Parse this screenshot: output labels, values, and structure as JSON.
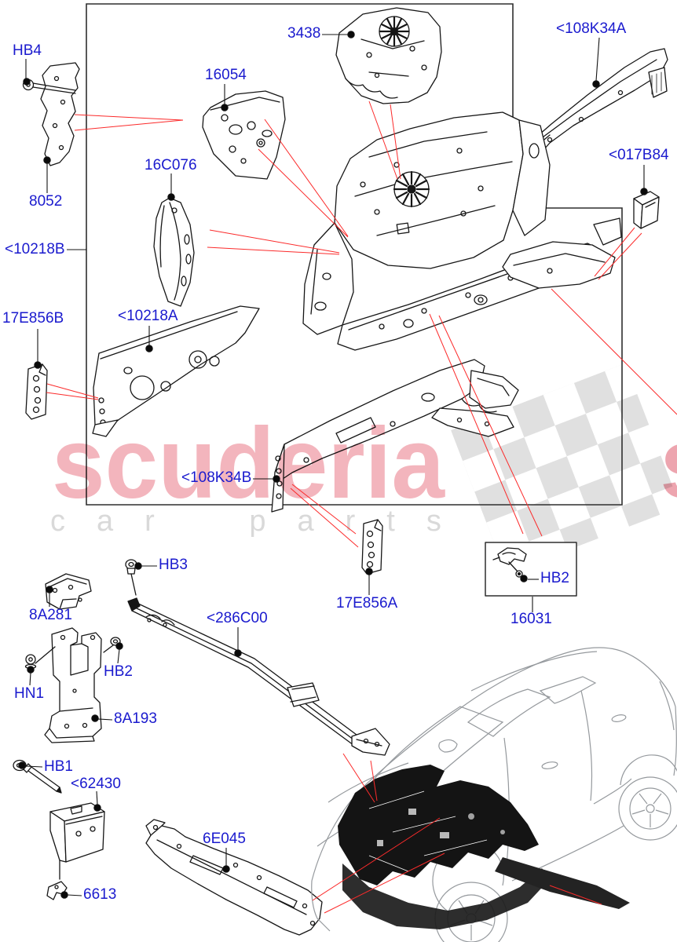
{
  "watermark": {
    "brand": "scuderia",
    "brand_fragment": "s",
    "tagline": "car parts",
    "brand_color": "#f3b5bd",
    "tagline_color": "#d9d9d9",
    "flag_color": "#dddddd"
  },
  "diagram": {
    "type": "exploded-parts-diagram",
    "subject": "Front end body panels and vehicle location view",
    "label_color": "#1a1ace",
    "leader_line_color": "#fb2b2b",
    "line_color": "#161616",
    "labels": [
      {
        "id": "hb4",
        "text": "HB4"
      },
      {
        "id": "3438",
        "text": "3438"
      },
      {
        "id": "108k34a",
        "text": "<108K34A"
      },
      {
        "id": "16054",
        "text": "16054"
      },
      {
        "id": "16c076",
        "text": "16C076"
      },
      {
        "id": "017b84",
        "text": "<017B84"
      },
      {
        "id": "8052",
        "text": "8052"
      },
      {
        "id": "10218b",
        "text": "<10218B"
      },
      {
        "id": "17e856b",
        "text": "17E856B"
      },
      {
        "id": "10218a",
        "text": "<10218A"
      },
      {
        "id": "108k34b",
        "text": "<108K34B"
      },
      {
        "id": "hb3",
        "text": "HB3"
      },
      {
        "id": "hb2-box",
        "text": "HB2"
      },
      {
        "id": "8a281",
        "text": "8A281"
      },
      {
        "id": "17e856a",
        "text": "17E856A"
      },
      {
        "id": "16031",
        "text": "16031"
      },
      {
        "id": "286c00",
        "text": "<286C00"
      },
      {
        "id": "hb2",
        "text": "HB2"
      },
      {
        "id": "hn1",
        "text": "HN1"
      },
      {
        "id": "8a193",
        "text": "8A193"
      },
      {
        "id": "hb1",
        "text": "HB1"
      },
      {
        "id": "62430",
        "text": "<62430"
      },
      {
        "id": "6613",
        "text": "6613"
      },
      {
        "id": "6e045",
        "text": "6E045"
      }
    ]
  }
}
